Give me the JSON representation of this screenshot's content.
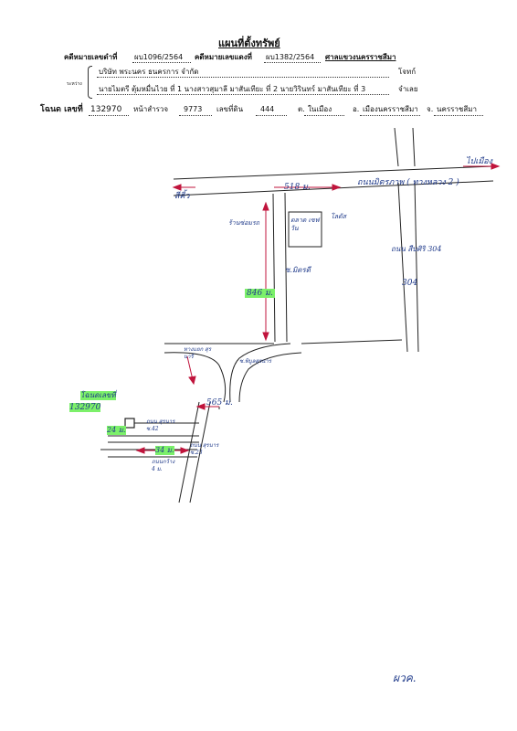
{
  "header": {
    "title": "แผนที่ตั้งทรัพย์",
    "black_case_label": "คดีหมายเลขดำที่",
    "black_case_no": "ผบ1096/2564",
    "red_case_label": "คดีหมายเลขแดงที่",
    "red_case_no": "ผบ1382/2564",
    "court": "ศาลแขวงนครราชสีมา",
    "between_label": "ระหว่าง",
    "plaintiff": "บริษัท พระนคร ธนครการ จำกัด",
    "plaintiff_role": "โจทก์",
    "defendants": "นายไมตรี ตุ้มหมื่นไวย ที่ 1 นางสาวสุมาลี มาสันเทียะ ที่ 2 นายวิรินทร์ มาสันเทียะ ที่ 3",
    "defendant_role": "จำเลย"
  },
  "deed": {
    "deed_label": "โฉนด เลขที่",
    "deed_no": "132970",
    "survey_label": "หน้าสำรวจ",
    "survey_no": "9773",
    "land_label": "เลขที่ดิน",
    "land_no": "444",
    "subdistrict_label": "ต.",
    "subdistrict": "ในเมือง",
    "district_label": "อ.",
    "district": "เมืองนครราชสีมา",
    "province_label": "จ.",
    "province": "นครราชสีมา"
  },
  "map": {
    "to_city": "ไปเมือง",
    "road_main": "ถนนมิตรภาพ ( ทางหลวง 2 )",
    "to_sikhio": "สีคิ้ว",
    "dist_top": "518 ม.",
    "market": "ตลาด เซฟวัน",
    "lotus": "โลตัส",
    "motorbike_shop": "ร้านซ่อมรถ",
    "alley_mitdi": "ซ.มิตรดี",
    "highway_304": "ถนน สืบศิริ 304",
    "num_304": "304",
    "dist_mid": "846 ม.",
    "junction_label": "ทางแยก สุรนารี",
    "alley_suranaree": "ซ.พิบูลสุรนาร",
    "deed_note": "โฉนดเลขที่",
    "deed_note_no": "132970",
    "dist_lower": "565 ม.",
    "dist_small": "24 ม.",
    "soi_42": "ถนน สุรนาร ซ.42",
    "dist_bottom": "34 ม.",
    "soi_23": "ถนน สุรนาร ซ.23",
    "road_width_note": "ถนนกว้าง 4 ม.",
    "signature": "ผวค."
  }
}
